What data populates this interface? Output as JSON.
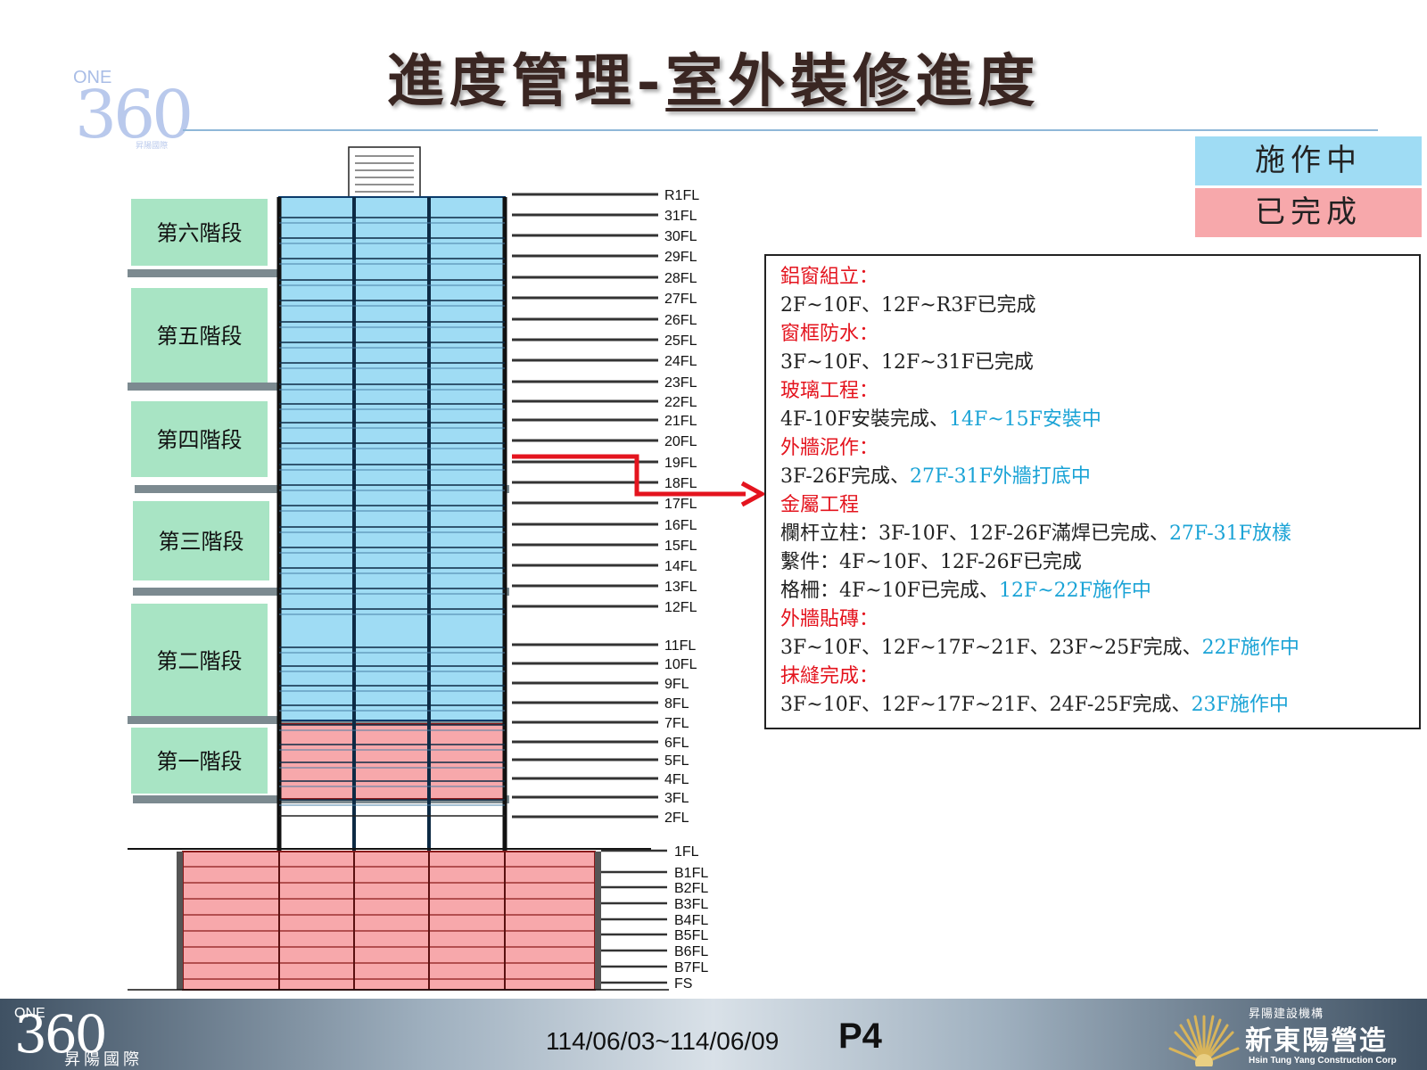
{
  "title": {
    "part1": "進度管理-",
    "part2": "室外裝修",
    "part3": "進度"
  },
  "logo": {
    "one": "ONE",
    "num": "360",
    "sub": "昇陽國際"
  },
  "legend": {
    "in_progress": "施作中",
    "completed": "已完成",
    "in_progress_color": "#9fdcf4",
    "completed_color": "#f7a8ab"
  },
  "diagram": {
    "stages": [
      {
        "label": "第六階段"
      },
      {
        "label": "第五階段"
      },
      {
        "label": "第四階段"
      },
      {
        "label": "第三階段"
      },
      {
        "label": "第二階段"
      },
      {
        "label": "第一階段"
      }
    ],
    "floors_upper": [
      "R1FL",
      "31FL",
      "30FL",
      "29FL",
      "28FL",
      "27FL",
      "26FL",
      "25FL",
      "24FL",
      "23FL",
      "22FL",
      "21FL",
      "20FL",
      "19FL",
      "18FL",
      "17FL",
      "16FL",
      "15FL",
      "14FL",
      "13FL",
      "12FL",
      "11FL",
      "10FL",
      "9FL",
      "8FL",
      "7FL",
      "6FL",
      "5FL",
      "4FL",
      "3FL",
      "2FL"
    ],
    "floors_lower": [
      "1FL",
      "B1FL",
      "B2FL",
      "B3FL",
      "B4FL",
      "B5FL",
      "B6FL",
      "B7FL",
      "FS"
    ],
    "stage_color": "#a8e4c4"
  },
  "notes": {
    "lines": [
      {
        "segments": [
          {
            "text": "鋁窗組立：",
            "style": "head"
          }
        ]
      },
      {
        "segments": [
          {
            "text": "2F~10F、12F~R3F已完成",
            "style": "normal"
          }
        ]
      },
      {
        "segments": [
          {
            "text": "窗框防水：",
            "style": "head"
          }
        ]
      },
      {
        "segments": [
          {
            "text": "3F~10F、12F~31F已完成",
            "style": "normal"
          }
        ]
      },
      {
        "segments": [
          {
            "text": "玻璃工程：",
            "style": "head"
          }
        ]
      },
      {
        "segments": [
          {
            "text": "4F-10F安裝完成、",
            "style": "normal"
          },
          {
            "text": "14F~15F安裝中",
            "style": "prog"
          }
        ]
      },
      {
        "segments": [
          {
            "text": "外牆泥作：",
            "style": "head"
          }
        ]
      },
      {
        "segments": [
          {
            "text": "3F-26F完成、",
            "style": "normal"
          },
          {
            "text": "27F-31F外牆打底中",
            "style": "prog"
          }
        ]
      },
      {
        "segments": [
          {
            "text": "金屬工程",
            "style": "head"
          }
        ]
      },
      {
        "segments": [
          {
            "text": "欄杆立柱：3F-10F、12F-26F滿焊已完成、",
            "style": "normal"
          },
          {
            "text": "27F-31F放樣",
            "style": "prog"
          }
        ]
      },
      {
        "segments": [
          {
            "text": "繫件：4F~10F、12F-26F已完成",
            "style": "normal"
          }
        ]
      },
      {
        "segments": [
          {
            "text": "格柵：4F~10F已完成、",
            "style": "normal"
          },
          {
            "text": "12F~22F施作中",
            "style": "prog"
          }
        ]
      },
      {
        "segments": [
          {
            "text": "外牆貼磚：",
            "style": "head"
          }
        ]
      },
      {
        "segments": [
          {
            "text": "3F~10F、12F~17F~21F、23F~25F完成、",
            "style": "normal"
          },
          {
            "text": "22F施作中",
            "style": "prog"
          }
        ]
      },
      {
        "segments": [
          {
            "text": "抹縫完成：",
            "style": "head"
          }
        ]
      },
      {
        "segments": [
          {
            "text": "3F~10F、12F~17F~21F、24F-25F完成、",
            "style": "normal"
          },
          {
            "text": "23F施作中",
            "style": "prog"
          }
        ]
      }
    ]
  },
  "footer": {
    "date_range": "114/06/03~114/06/09",
    "page": "P4",
    "logo_left": {
      "one": "ONE",
      "num": "360",
      "sub": "昇陽國際"
    },
    "logo_right": {
      "line1": "昇陽建設機構",
      "line2": "新東陽營造",
      "line3": "Hsin Tung Yang Construction Corp"
    }
  }
}
